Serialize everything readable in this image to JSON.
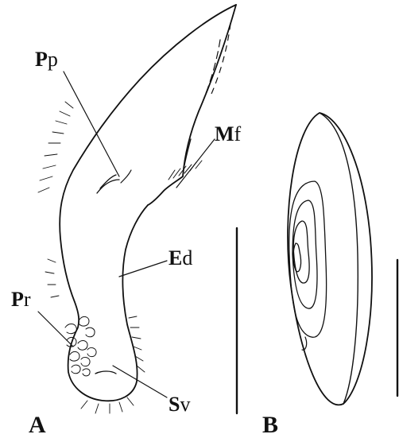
{
  "figure": {
    "panel_a_label": "A",
    "panel_b_label": "B",
    "labels": {
      "pp": {
        "lead": "P",
        "rest": "p"
      },
      "mf": {
        "lead": "M",
        "rest": "f"
      },
      "ed": {
        "lead": "E",
        "rest": "d"
      },
      "pr": {
        "lead": "P",
        "rest": "r"
      },
      "sv": {
        "lead": "S",
        "rest": "v"
      }
    }
  }
}
